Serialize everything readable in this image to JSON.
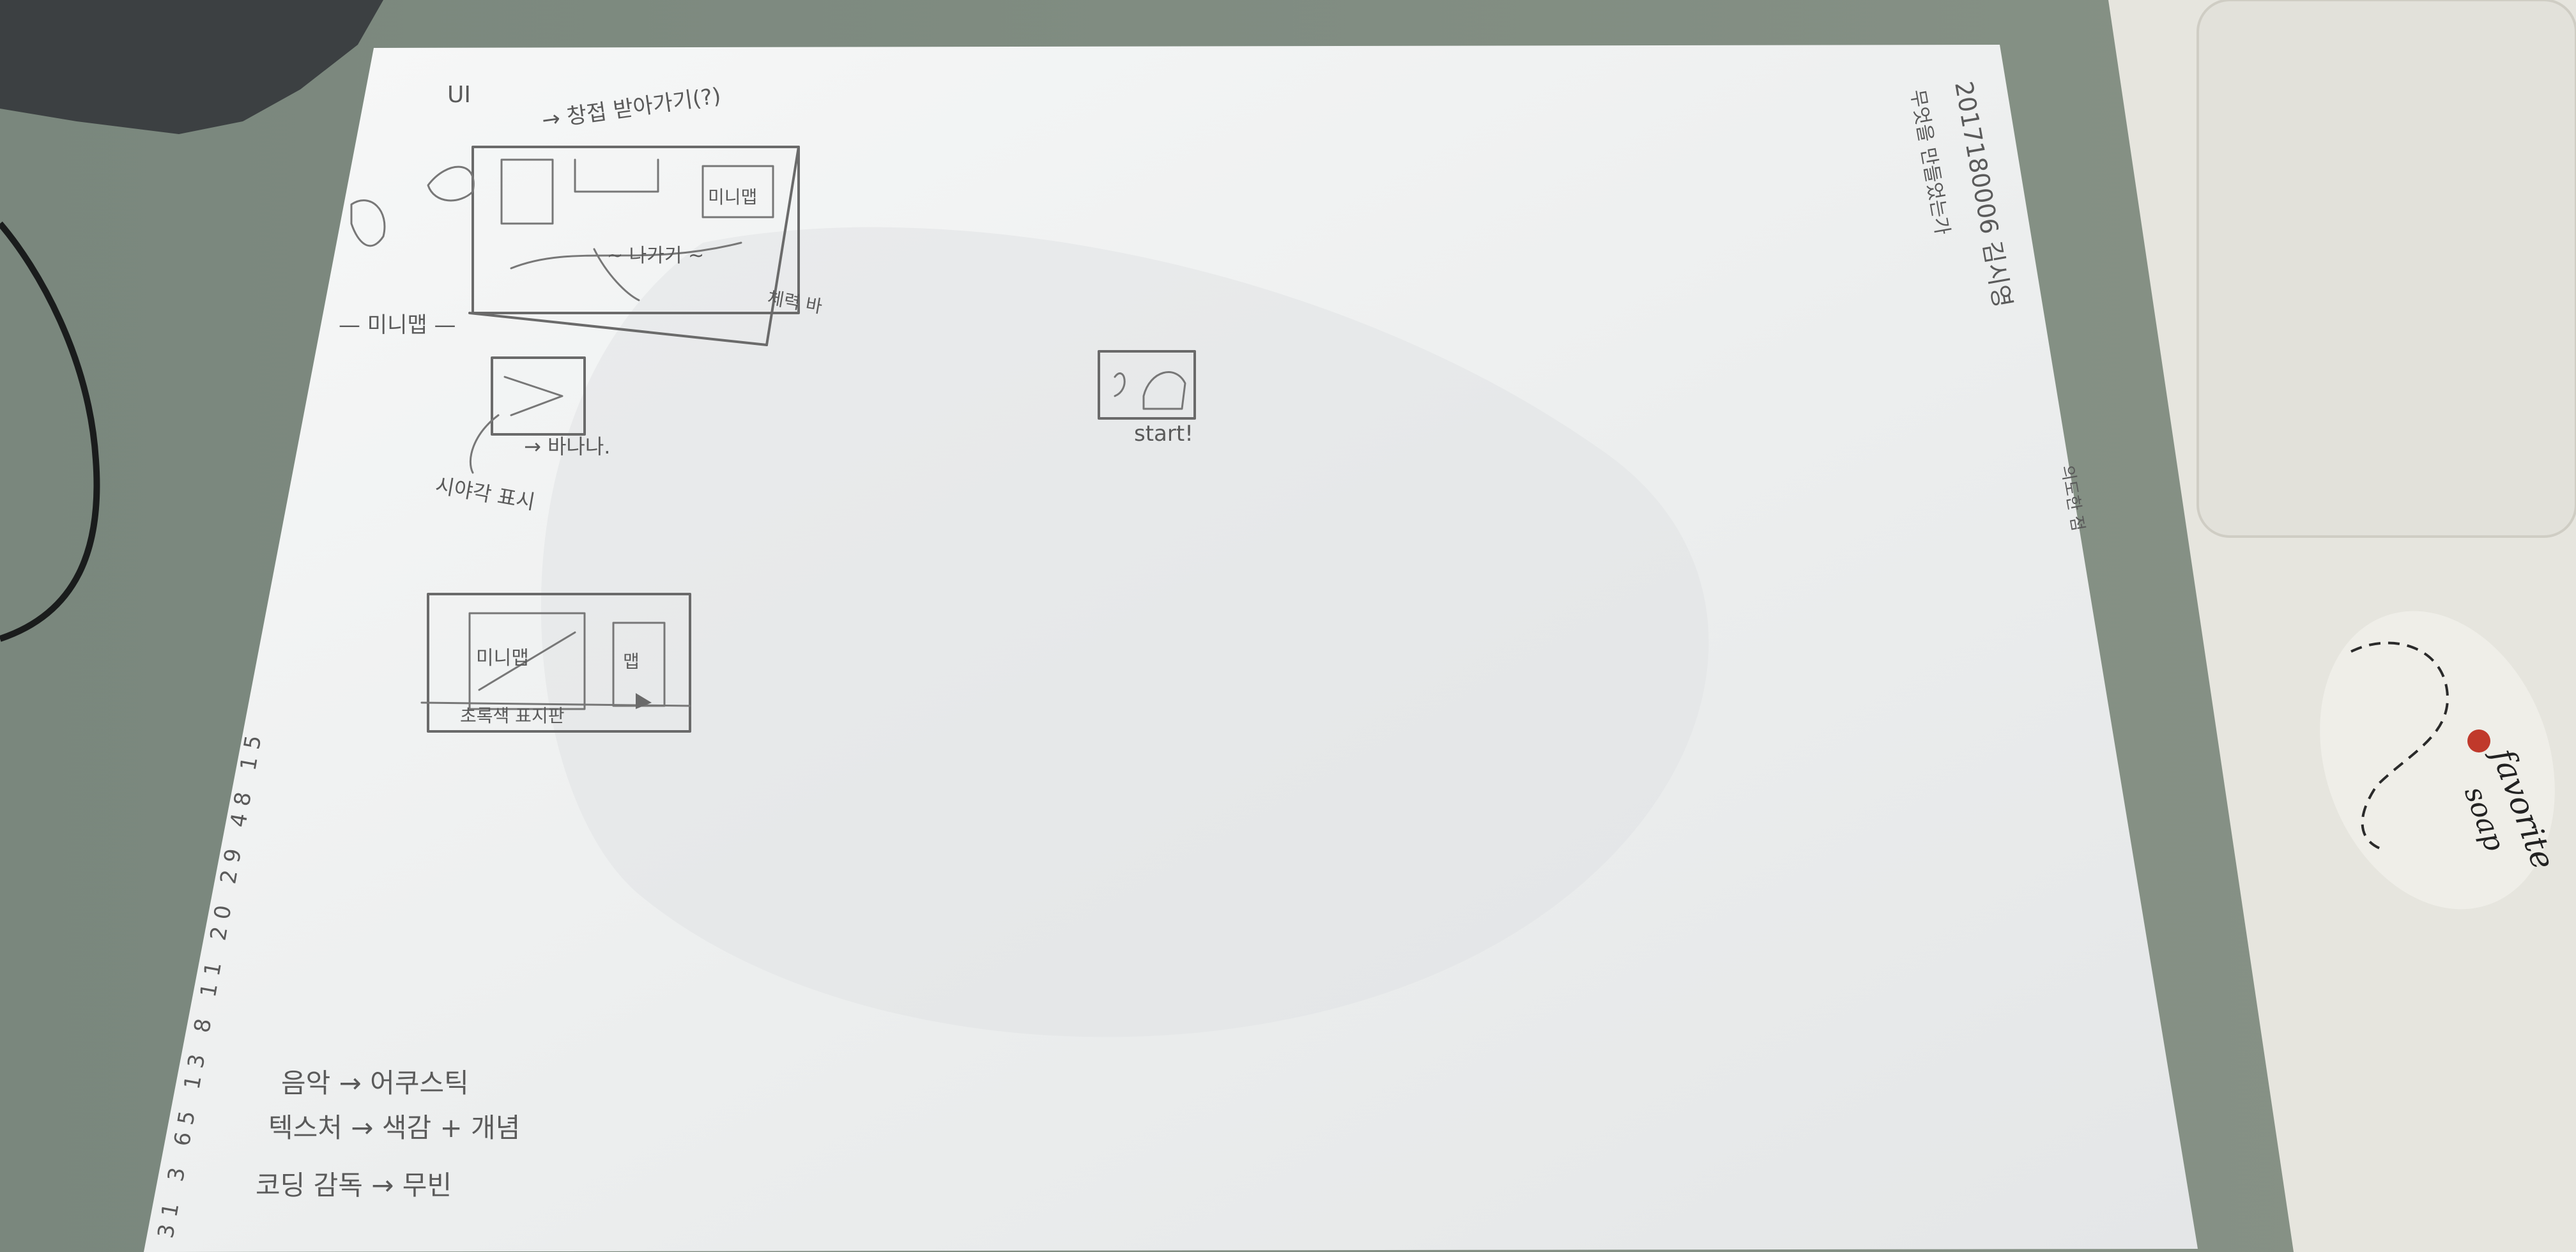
{
  "paper": {
    "header_lines": [
      "2017180006 김시영",
      "무엇을 만들었는가"
    ],
    "header_note": "의도한 점",
    "sketch_label_ui": "UI",
    "sketch_note_top": "→ 창접 받아가기(?)",
    "sketch_label_minimap_left": "— 미니맵 —",
    "sketch_label_minimap_box": "미니맵",
    "sketch_label_bottom_curve": "~ 나가기 ~",
    "sketch_label_right": "체력 바",
    "sketch_label_middle": "→ 바나나.",
    "sketch_label_middle_note": "시야각 표시",
    "sketch_label_lower_box": "미니맵",
    "sketch_label_lower_small": "맵",
    "sketch_label_lower_bottom": "초록색 표지판",
    "start_label": "start!",
    "notes": [
      "음악 → 어쿠스틱",
      "텍스처 → 색감 + 개념",
      "코딩 감독 → 무빈"
    ],
    "number_column": "31 3 65 13 8 11 20 29 48 15"
  },
  "sticker": {
    "brand_line1": "favorite",
    "brand_line2": "soap"
  },
  "colors": {
    "desk": "#7e8a80",
    "paper": "#f2f3f3",
    "pencil": "#6a6a6a",
    "laptop": "#e6e5de",
    "sticker_accent": "#c0392b"
  }
}
